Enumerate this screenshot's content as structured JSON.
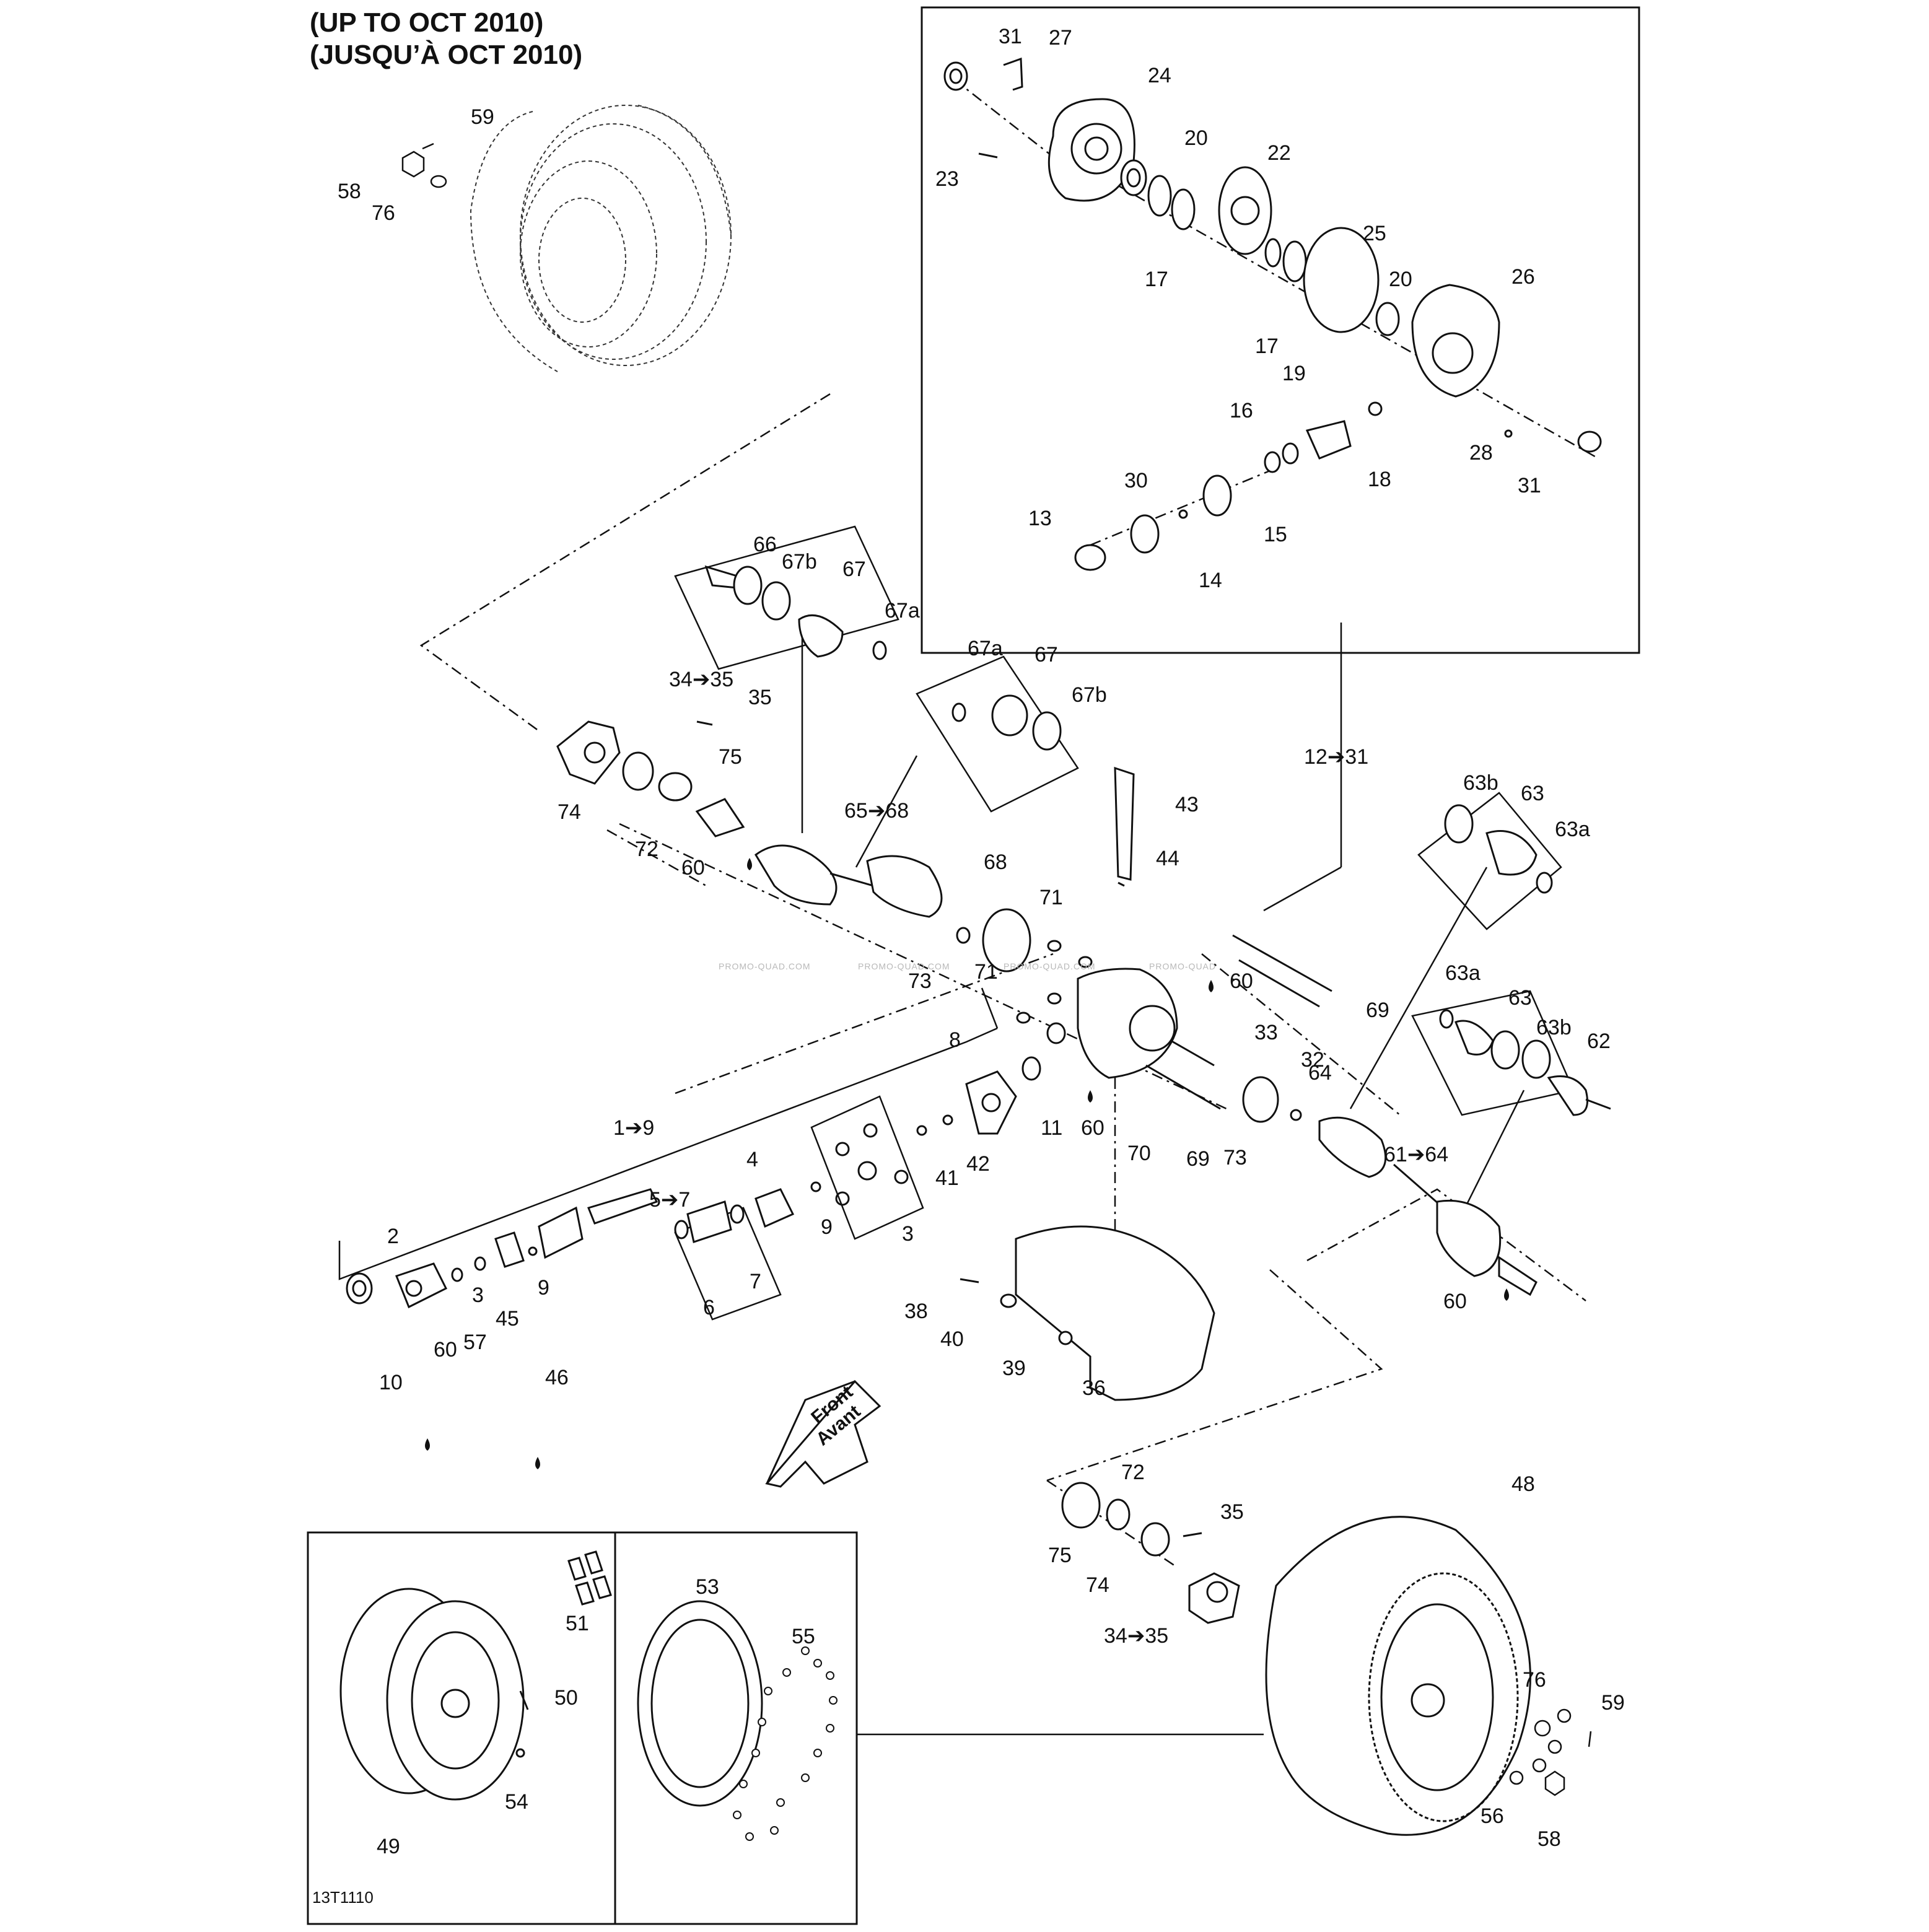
{
  "header": {
    "title_en": "(UP TO OCT 2010)",
    "title_fr": "(JUSQU’À OCT 2010)"
  },
  "footer": {
    "drawing_code": "13T1110"
  },
  "watermarks": [
    "PROMO-QUAD.COM",
    "PROMO-QUAD.COM",
    "PROMO-QUAD.COM",
    "PROMO-QUAD"
  ],
  "direction_arrow": {
    "line1": "Front",
    "line2": "Avant"
  },
  "callouts": [
    "59",
    "58",
    "76",
    "31",
    "27",
    "24",
    "23",
    "20",
    "22",
    "17",
    "25",
    "20",
    "26",
    "17",
    "19",
    "16",
    "28",
    "31",
    "18",
    "30",
    "15",
    "13",
    "14",
    "66",
    "67b",
    "67",
    "67a",
    "67a",
    "67",
    "67b",
    "34➔35",
    "35",
    "75",
    "74",
    "72",
    "60",
    "65➔68",
    "12➔31",
    "43",
    "44",
    "68",
    "71",
    "73",
    "71",
    "60",
    "69",
    "33",
    "32",
    "63b",
    "63",
    "63a",
    "63a",
    "63",
    "63b",
    "62",
    "64",
    "8",
    "11",
    "60",
    "70",
    "69",
    "73",
    "61➔64",
    "1➔9",
    "41",
    "42",
    "3",
    "4",
    "9",
    "5➔7",
    "6",
    "7",
    "3",
    "9",
    "2",
    "57",
    "45",
    "10",
    "60",
    "46",
    "38",
    "40",
    "39",
    "36",
    "60",
    "72",
    "35",
    "75",
    "74",
    "34➔35",
    "48",
    "51",
    "53",
    "55",
    "50",
    "54",
    "49",
    "76",
    "59",
    "56",
    "58"
  ]
}
